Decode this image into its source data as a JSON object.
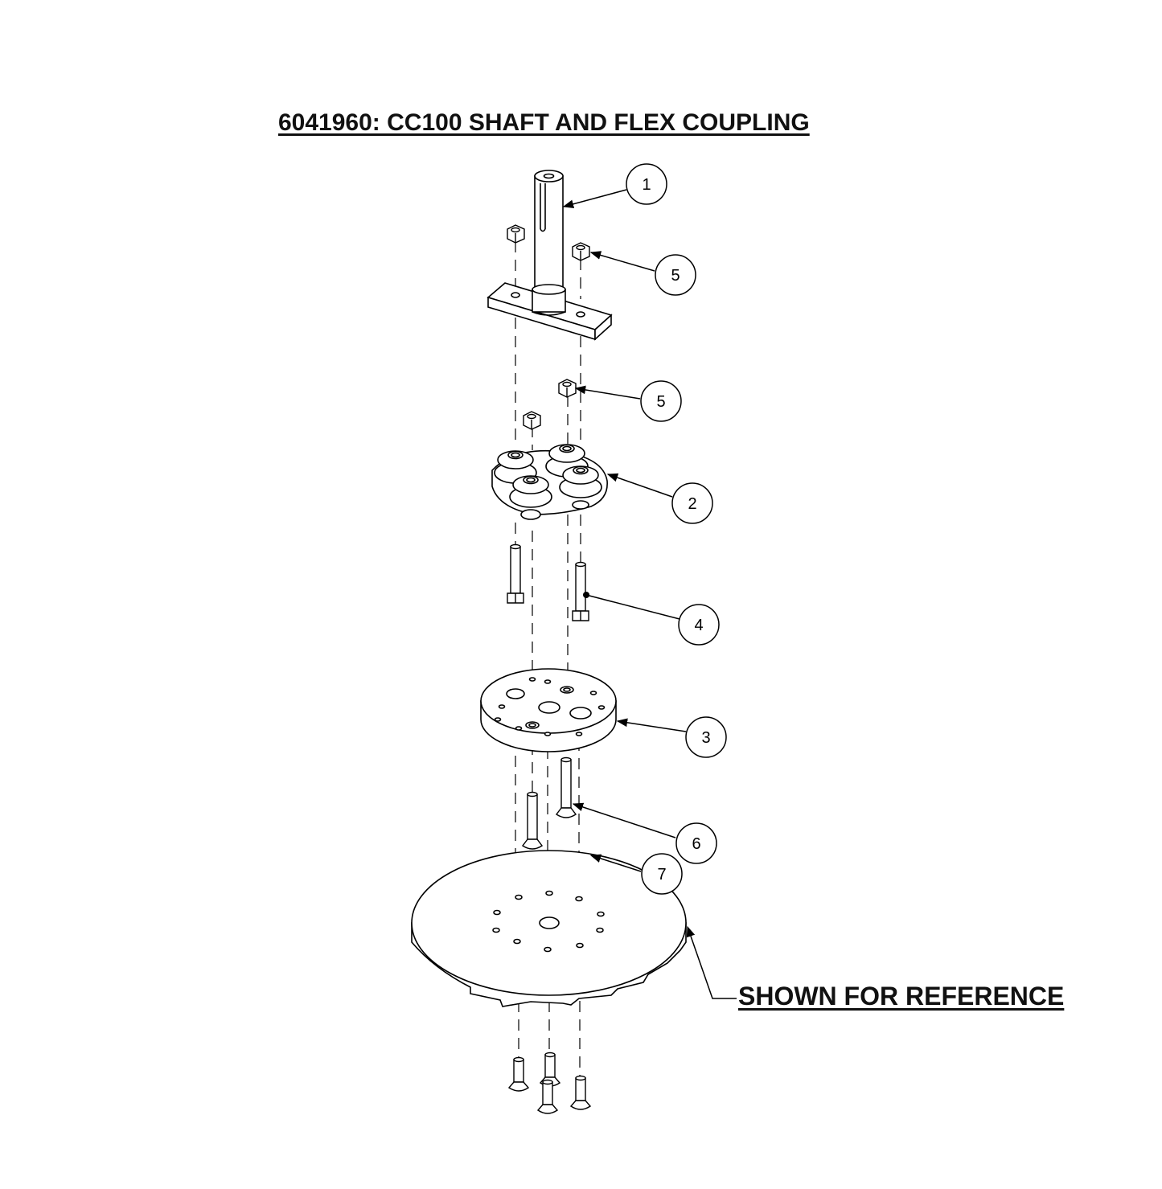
{
  "title": "6041960:  CC100 SHAFT AND FLEX COUPLING",
  "reference_note": "SHOWN FOR REFERENCE",
  "callouts": [
    {
      "label": "1",
      "part": "shaft"
    },
    {
      "label": "5",
      "part": "hex-nut-upper"
    },
    {
      "label": "5",
      "part": "hex-nut-lower"
    },
    {
      "label": "2",
      "part": "flex-coupling"
    },
    {
      "label": "4",
      "part": "hex-bolt"
    },
    {
      "label": "3",
      "part": "adapter-plate"
    },
    {
      "label": "6",
      "part": "flat-head-screw"
    },
    {
      "label": "7",
      "part": "flat-head-screw-bottom"
    }
  ]
}
